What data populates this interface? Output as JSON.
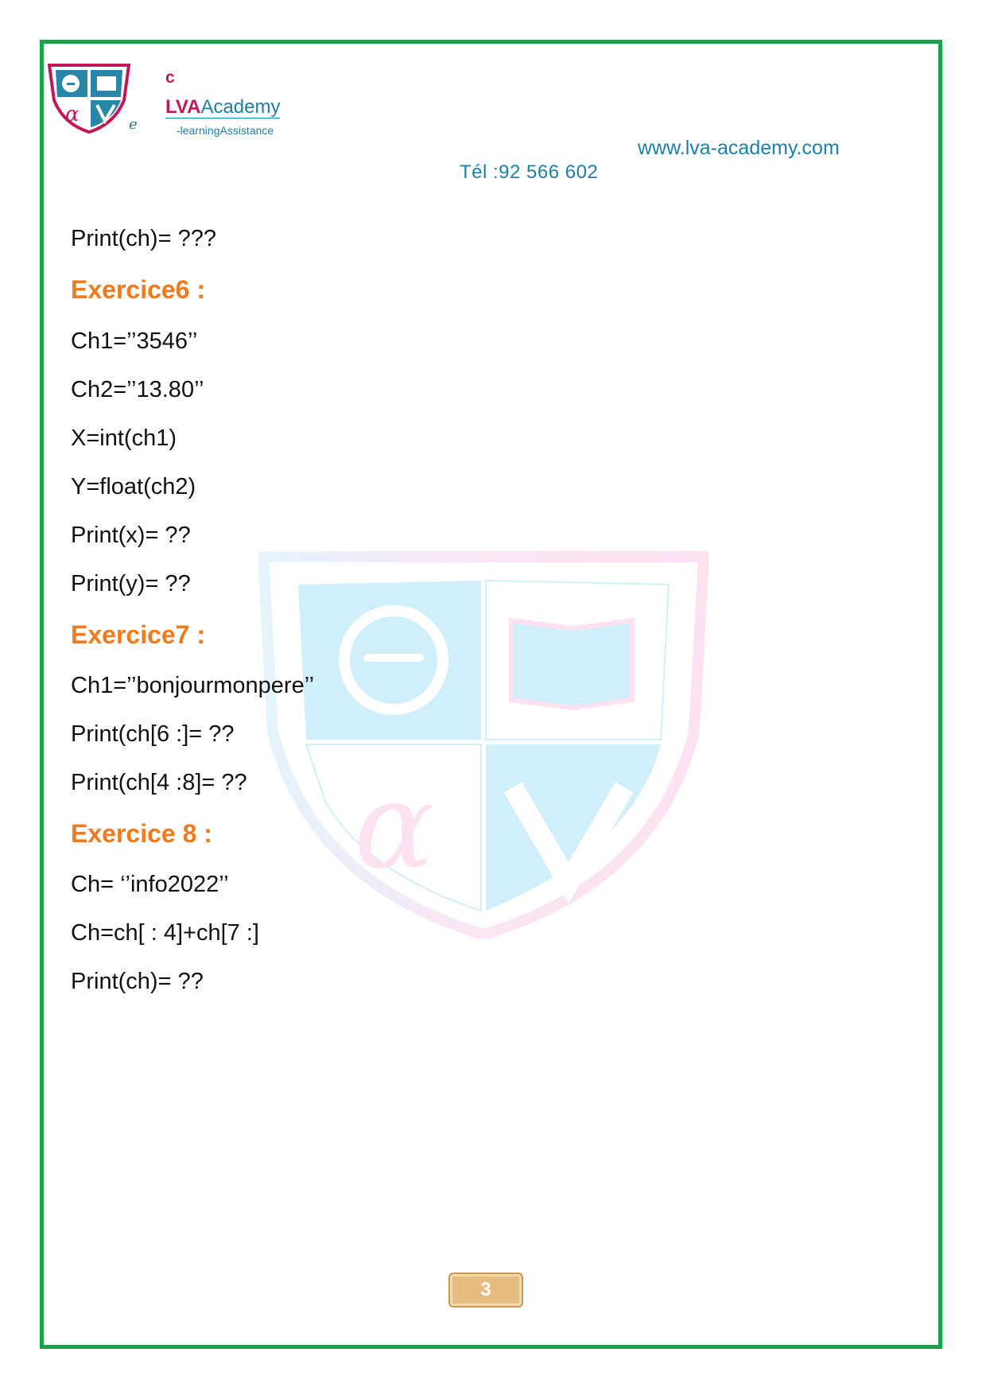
{
  "header": {
    "brand_letter": "c",
    "brand_lva": "LVA",
    "brand_academy": "Academy",
    "brand_e": "e",
    "tagline": "-learningAssistance",
    "website": "www.lva-academy.com",
    "phone": "Tél :92 566 602"
  },
  "colors": {
    "frame": "#1aa34a",
    "heading": "#f07a1c",
    "brand_blue": "#1f7fa8",
    "brand_magenta": "#c2185b",
    "badge": "#e7bc80"
  },
  "body": {
    "intro_line": "Print(ch)= ???",
    "ex6_title": "Exercice6 :",
    "ex6_lines": [
      "Ch1=’’3546’’",
      "Ch2=’’13.80’’",
      "X=int(ch1)",
      "Y=float(ch2)",
      "Print(x)= ??",
      "Print(y)= ??"
    ],
    "ex7_title": "Exercice7 :",
    "ex7_lines": [
      "Ch1=’’bonjourmonpere’’",
      "Print(ch[6 :]= ??",
      "Print(ch[4 :8]= ??"
    ],
    "ex8_title": "Exercice 8 :",
    "ex8_lines": [
      "Ch= ‘’info2022’’",
      "Ch=ch[ : 4]+ch[7 :]",
      "Print(ch)= ??"
    ]
  },
  "footer": {
    "page_number": "3"
  }
}
